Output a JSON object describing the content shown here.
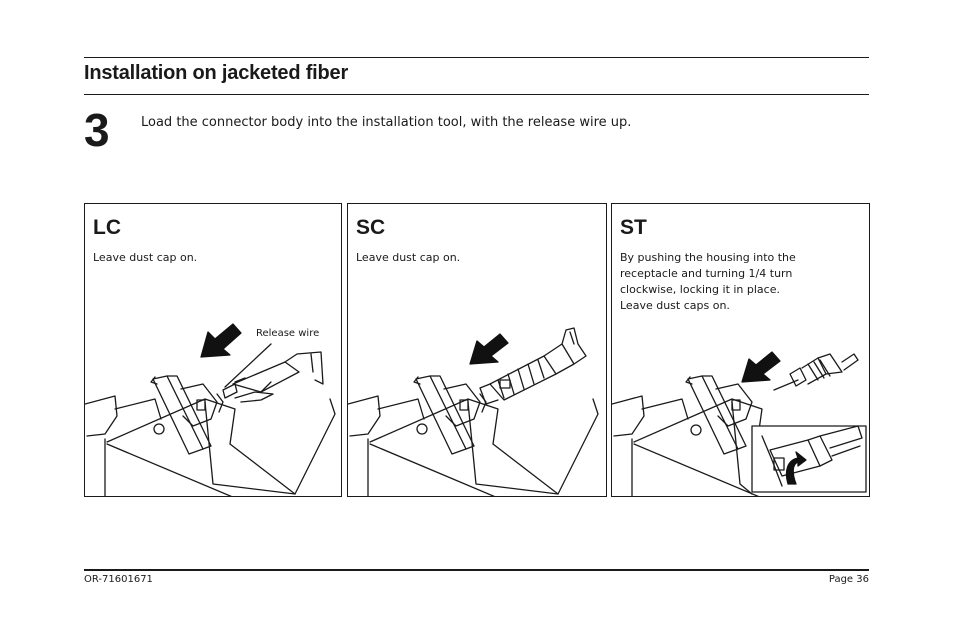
{
  "section": {
    "title": "Installation on jacketed fiber"
  },
  "step": {
    "number": "3",
    "text": "Load the connector body into the installation tool, with the release wire up."
  },
  "panels": [
    {
      "title": "LC",
      "note": "Leave dust cap on.",
      "callout": "Release wire"
    },
    {
      "title": "SC",
      "note": "Leave dust cap on."
    },
    {
      "title": "ST",
      "note_lines": [
        "By pushing the housing into the",
        "receptacle and turning 1/4 turn",
        "clockwise, locking it in place.",
        "Leave dust caps on."
      ]
    }
  ],
  "footer": {
    "doc_id": "OR-71601671",
    "page": "Page 36"
  },
  "icons": [
    "arrow-left-down-icon",
    "rotate-clockwise-icon"
  ]
}
